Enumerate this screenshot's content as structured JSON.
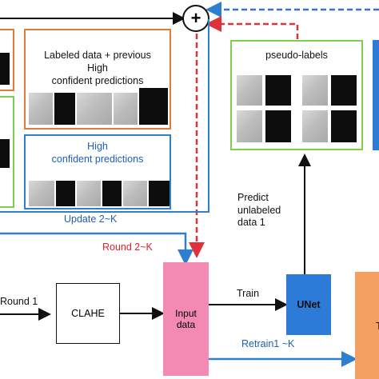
{
  "plus_symbol": "+",
  "labels": {
    "labeled_data": "Labeled data + previous",
    "high_confident_preds_a": "High\nconfident predictions",
    "high_confident_preds_b": "High\nconfident predictions",
    "pseudo_labels": "pseudo-labels",
    "update": "Update  2~K",
    "round_2k": "Round  2~K",
    "predict": "Predict\nunlabeled\ndata 1",
    "round1": "Round  1",
    "clahe": "CLAHE",
    "input_data": "Input\ndata",
    "train": "Train",
    "unet": "UNet",
    "retrain": "Retrain1  ~K",
    "partial_t": "T"
  },
  "colors": {
    "orange": "#e07b3c",
    "green": "#7fcf4f",
    "blue": "#2f7fd1",
    "red_dashed": "#e0313a",
    "blue_dashed": "#3a6fd8",
    "pink": "#f28ab4",
    "unet_blue": "#2d7bd8",
    "orange_fill": "#f3a060",
    "text_blue": "#1f5fb3",
    "text_red": "#d9252c"
  }
}
